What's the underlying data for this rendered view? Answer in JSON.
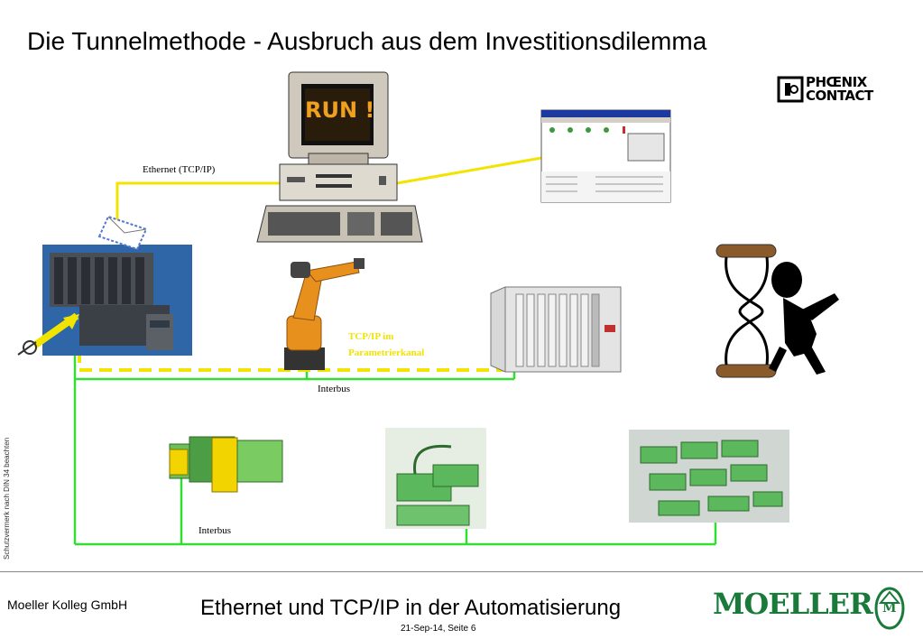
{
  "header": {
    "title": "Die Tunnelmethode - Ausbruch aus dem Investitionsdilemma"
  },
  "logo_phoenix": {
    "line1": "PHŒNIX",
    "line2": "CONTACT"
  },
  "monitor": {
    "screen_text": "RUN !"
  },
  "labels": {
    "ethernet": "Ethernet (TCP/IP)",
    "tunnel_line1": "TCP/IP im",
    "tunnel_line2": "Parametrierkanal",
    "interbus_top": "Interbus",
    "interbus_bottom": "Interbus"
  },
  "side_note": "Schutzvermerk nach DIN 34 beachten",
  "footer": {
    "company": "Moeller Kolleg GmbH",
    "title": "Ethernet und TCP/IP in der Automatisierung",
    "date": "21-Sep-14,  Seite 6",
    "brand": "MOELLER",
    "brand_emblem": "M"
  },
  "colors": {
    "ethernet_line": "#f2e400",
    "interbus_line": "#33dd33",
    "device_green": "#5cb85c",
    "robot_orange": "#e8901e",
    "moeller_green": "#1a7a3a"
  }
}
